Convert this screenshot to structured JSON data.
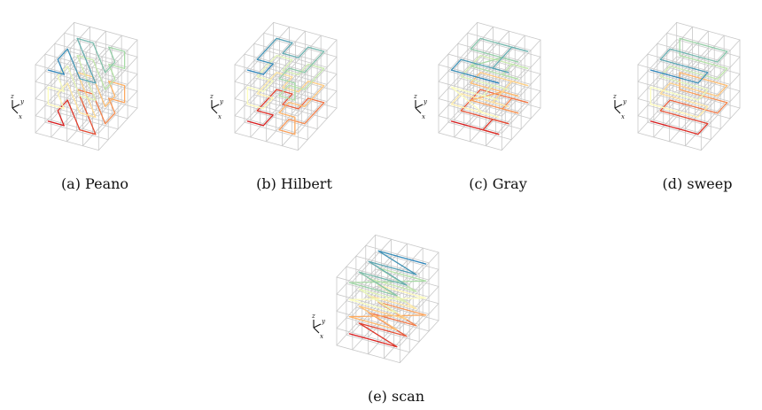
{
  "figure": {
    "panels": [
      {
        "id": "peano",
        "caption": "(a)  Peano",
        "axes": {
          "x": "x",
          "y": "y",
          "z": "z"
        }
      },
      {
        "id": "hilbert",
        "caption": "(b)  Hilbert",
        "axes": {
          "x": "x",
          "y": "y",
          "z": "z"
        }
      },
      {
        "id": "gray",
        "caption": "(c)  Gray",
        "axes": {
          "x": "x",
          "y": "y",
          "z": "z"
        }
      },
      {
        "id": "sweep",
        "caption": "(d)  sweep",
        "axes": {
          "x": "x",
          "y": "y",
          "z": "z"
        }
      },
      {
        "id": "scan",
        "caption": "(e)  scan",
        "axes": {
          "x": "x",
          "y": "y",
          "z": "z"
        }
      }
    ],
    "colors": {
      "grid": "#c8c8c8",
      "path_ramp": [
        "#d7191c",
        "#fdae61",
        "#ffffbf",
        "#abdda4",
        "#2b83ba"
      ]
    }
  }
}
